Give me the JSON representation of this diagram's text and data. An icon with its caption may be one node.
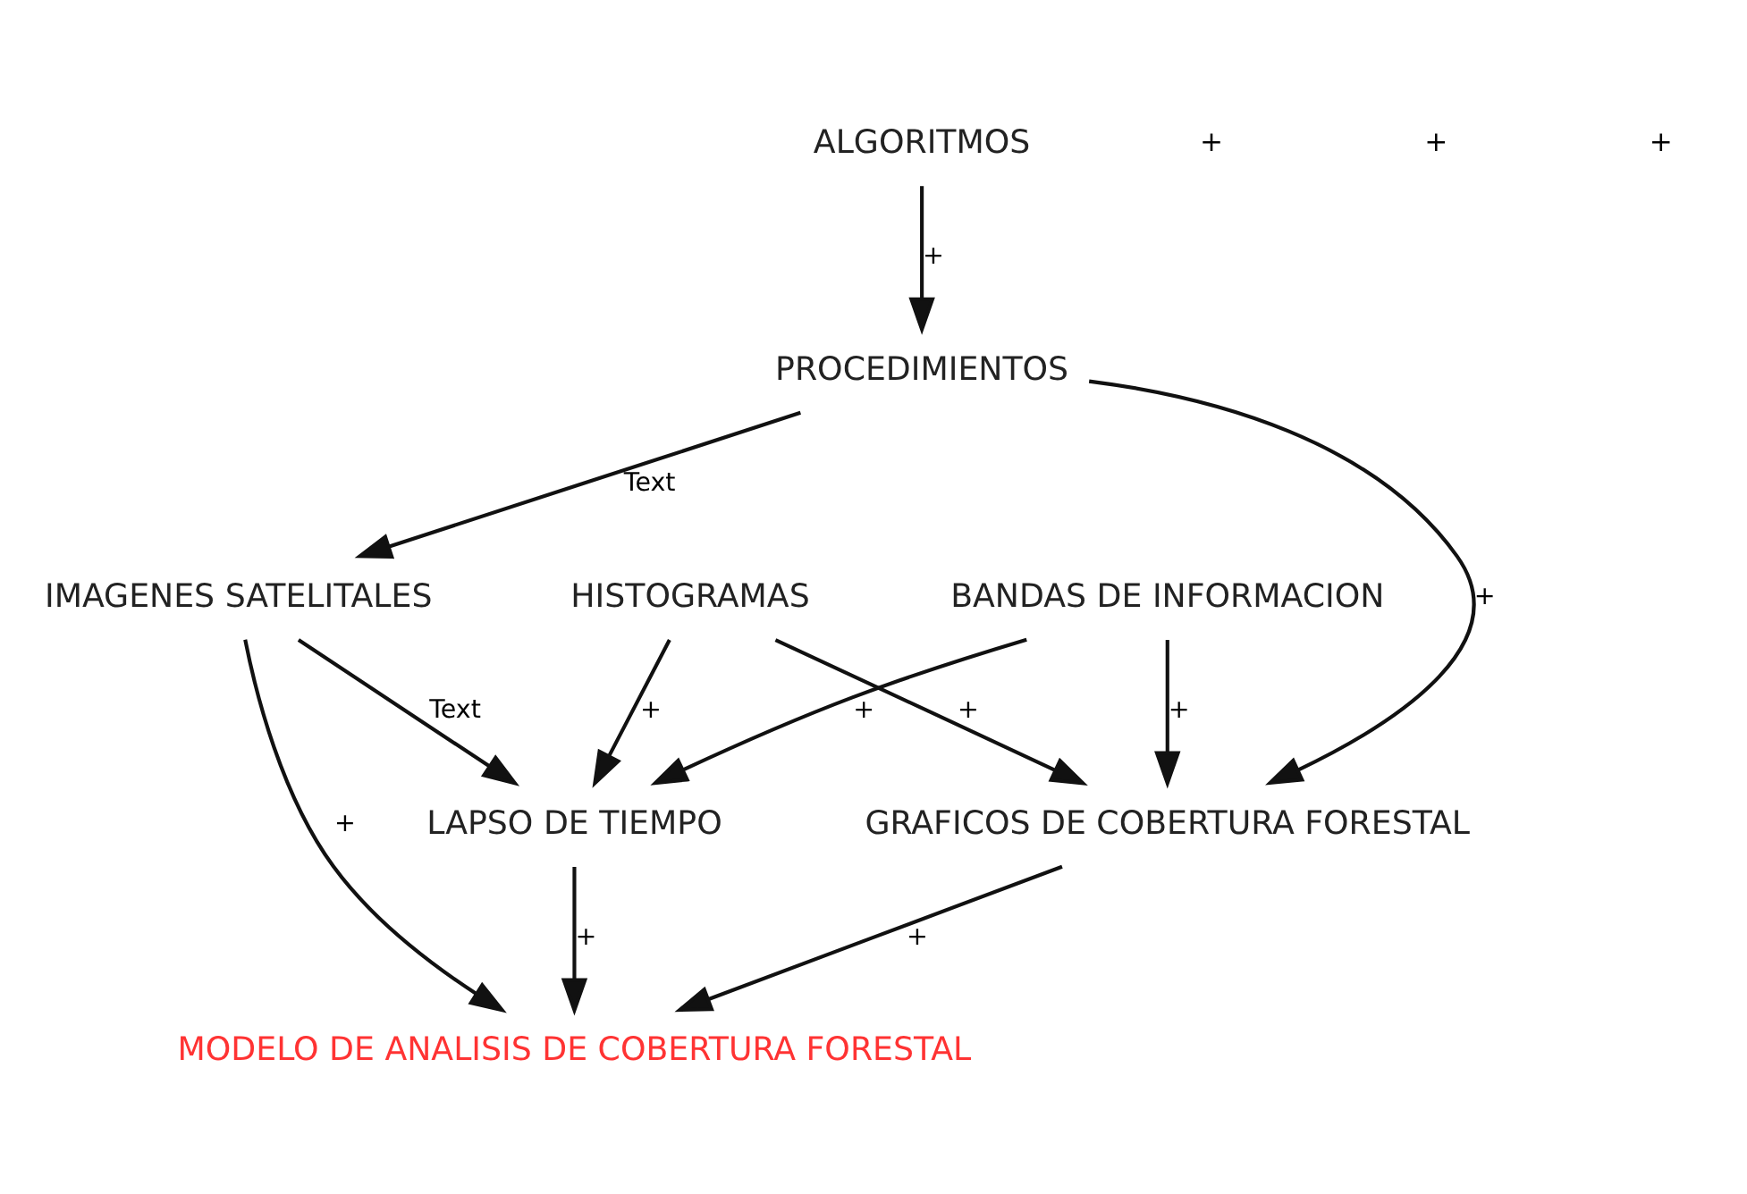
{
  "diagram": {
    "nodes": [
      {
        "text": [
          "ALGORITMOS"
        ]
      },
      {
        "text": [
          "PROCEDIMIENTOS"
        ]
      },
      {
        "text": [
          "IMAGENES SATELITALES"
        ]
      },
      {
        "text": [
          "GRAFICOS DE COBERTURA FORESTAL"
        ]
      },
      {
        "text": [
          "MODELO DE ANALISIS DE COBERTURA FORESTAL"
        ]
      },
      {
        "text": [
          "BANDAS DE INFORMACION"
        ]
      },
      {
        "text": [
          "LAPSO DE TIEMPO"
        ]
      },
      {
        "text": [
          "HISTOGRAMAS"
        ]
      }
    ],
    "edges": [
      {
        "from": 0,
        "to": 1,
        "arrow": "to",
        "label": "+"
      },
      {
        "from": 1,
        "to": 3,
        "arrow": "to",
        "label": "+"
      },
      {
        "from": 1,
        "to": 2,
        "arrow": "to",
        "label": "Text"
      },
      {
        "from": 2,
        "to": 4,
        "arrow": "to",
        "label": "+"
      },
      {
        "from": 3,
        "to": 4,
        "arrow": "to",
        "label": "+"
      },
      {
        "from": 2,
        "to": 6,
        "arrow": "to",
        "label": "Text"
      },
      {
        "from": 6,
        "to": 4,
        "arrow": "to",
        "label": "+"
      },
      {
        "from": 5,
        "to": 3,
        "arrow": "to",
        "label": "+"
      },
      {
        "from": 7,
        "to": 3,
        "arrow": "to",
        "label": "+"
      },
      {
        "from": 5,
        "to": 6,
        "arrow": "to",
        "label": "+"
      },
      {
        "from": 7,
        "to": 6,
        "arrow": "to",
        "label": "+"
      }
    ],
    "labels": [
      "+",
      "+",
      "+"
    ]
  }
}
